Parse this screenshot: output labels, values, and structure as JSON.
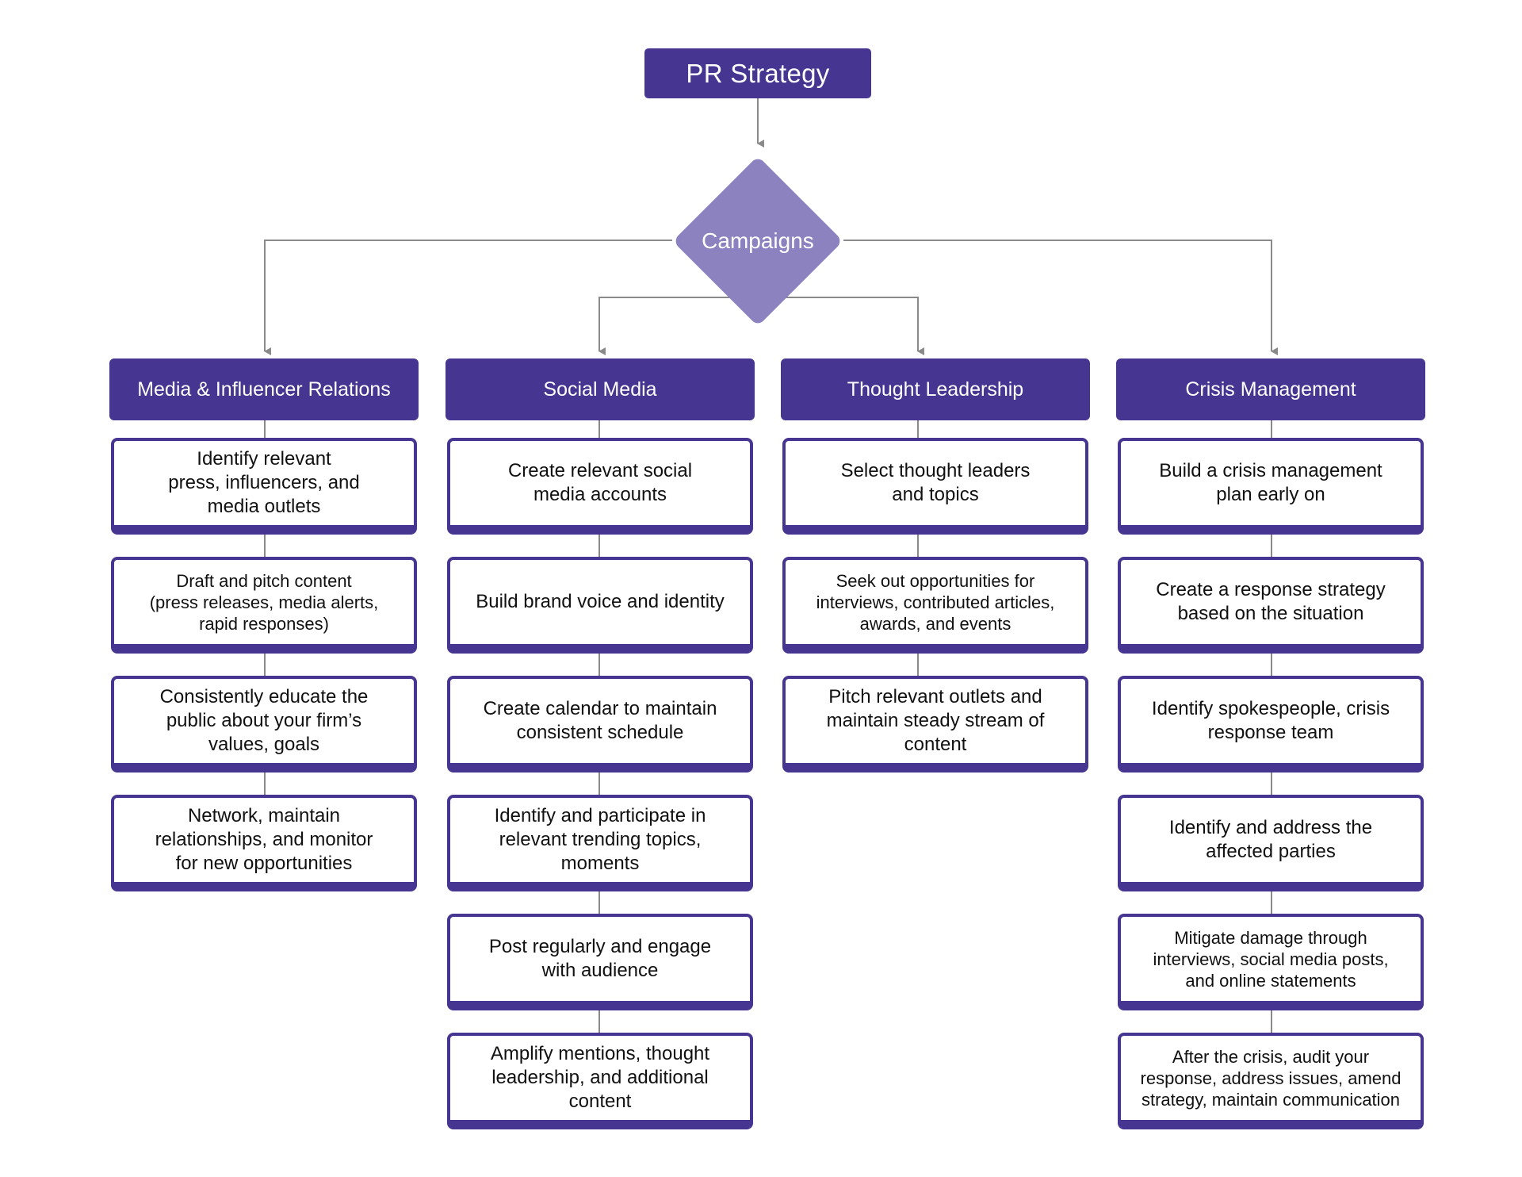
{
  "root": {
    "label": "PR Strategy"
  },
  "hub": {
    "label": "Campaigns"
  },
  "columns": [
    {
      "title": "Media & Influencer Relations",
      "items": [
        "Identify relevant\npress, influencers, and\nmedia outlets",
        "Draft and pitch content\n(press releases, media alerts,\nrapid responses)",
        "Consistently educate the\npublic about your firm’s\nvalues, goals",
        "Network, maintain\nrelationships, and monitor\nfor new opportunities"
      ]
    },
    {
      "title": "Social Media",
      "items": [
        "Create relevant social\nmedia accounts",
        "Build brand voice and identity",
        "Create calendar to maintain\nconsistent schedule",
        "Identify and participate in\nrelevant trending topics,\nmoments",
        "Post regularly and engage\nwith audience",
        "Amplify mentions, thought\nleadership, and additional\ncontent"
      ]
    },
    {
      "title": "Thought Leadership",
      "items": [
        "Select thought leaders\nand topics",
        "Seek out opportunities for\ninterviews, contributed articles,\nawards, and events",
        "Pitch relevant outlets and\nmaintain steady stream of\ncontent"
      ]
    },
    {
      "title": "Crisis Management",
      "items": [
        "Build a crisis management\nplan early on",
        "Create a response strategy\nbased on the situation",
        "Identify spokespeople, crisis\nresponse team",
        "Identify and address the\naffected parties",
        "Mitigate damage through\ninterviews, social media posts,\nand online statements",
        "After the crisis, audit your\nresponse, address issues, amend\nstrategy, maintain communication"
      ]
    }
  ],
  "colors": {
    "primary": "#463591",
    "hub": "#8b82bf",
    "connector": "#8a8a8a"
  }
}
